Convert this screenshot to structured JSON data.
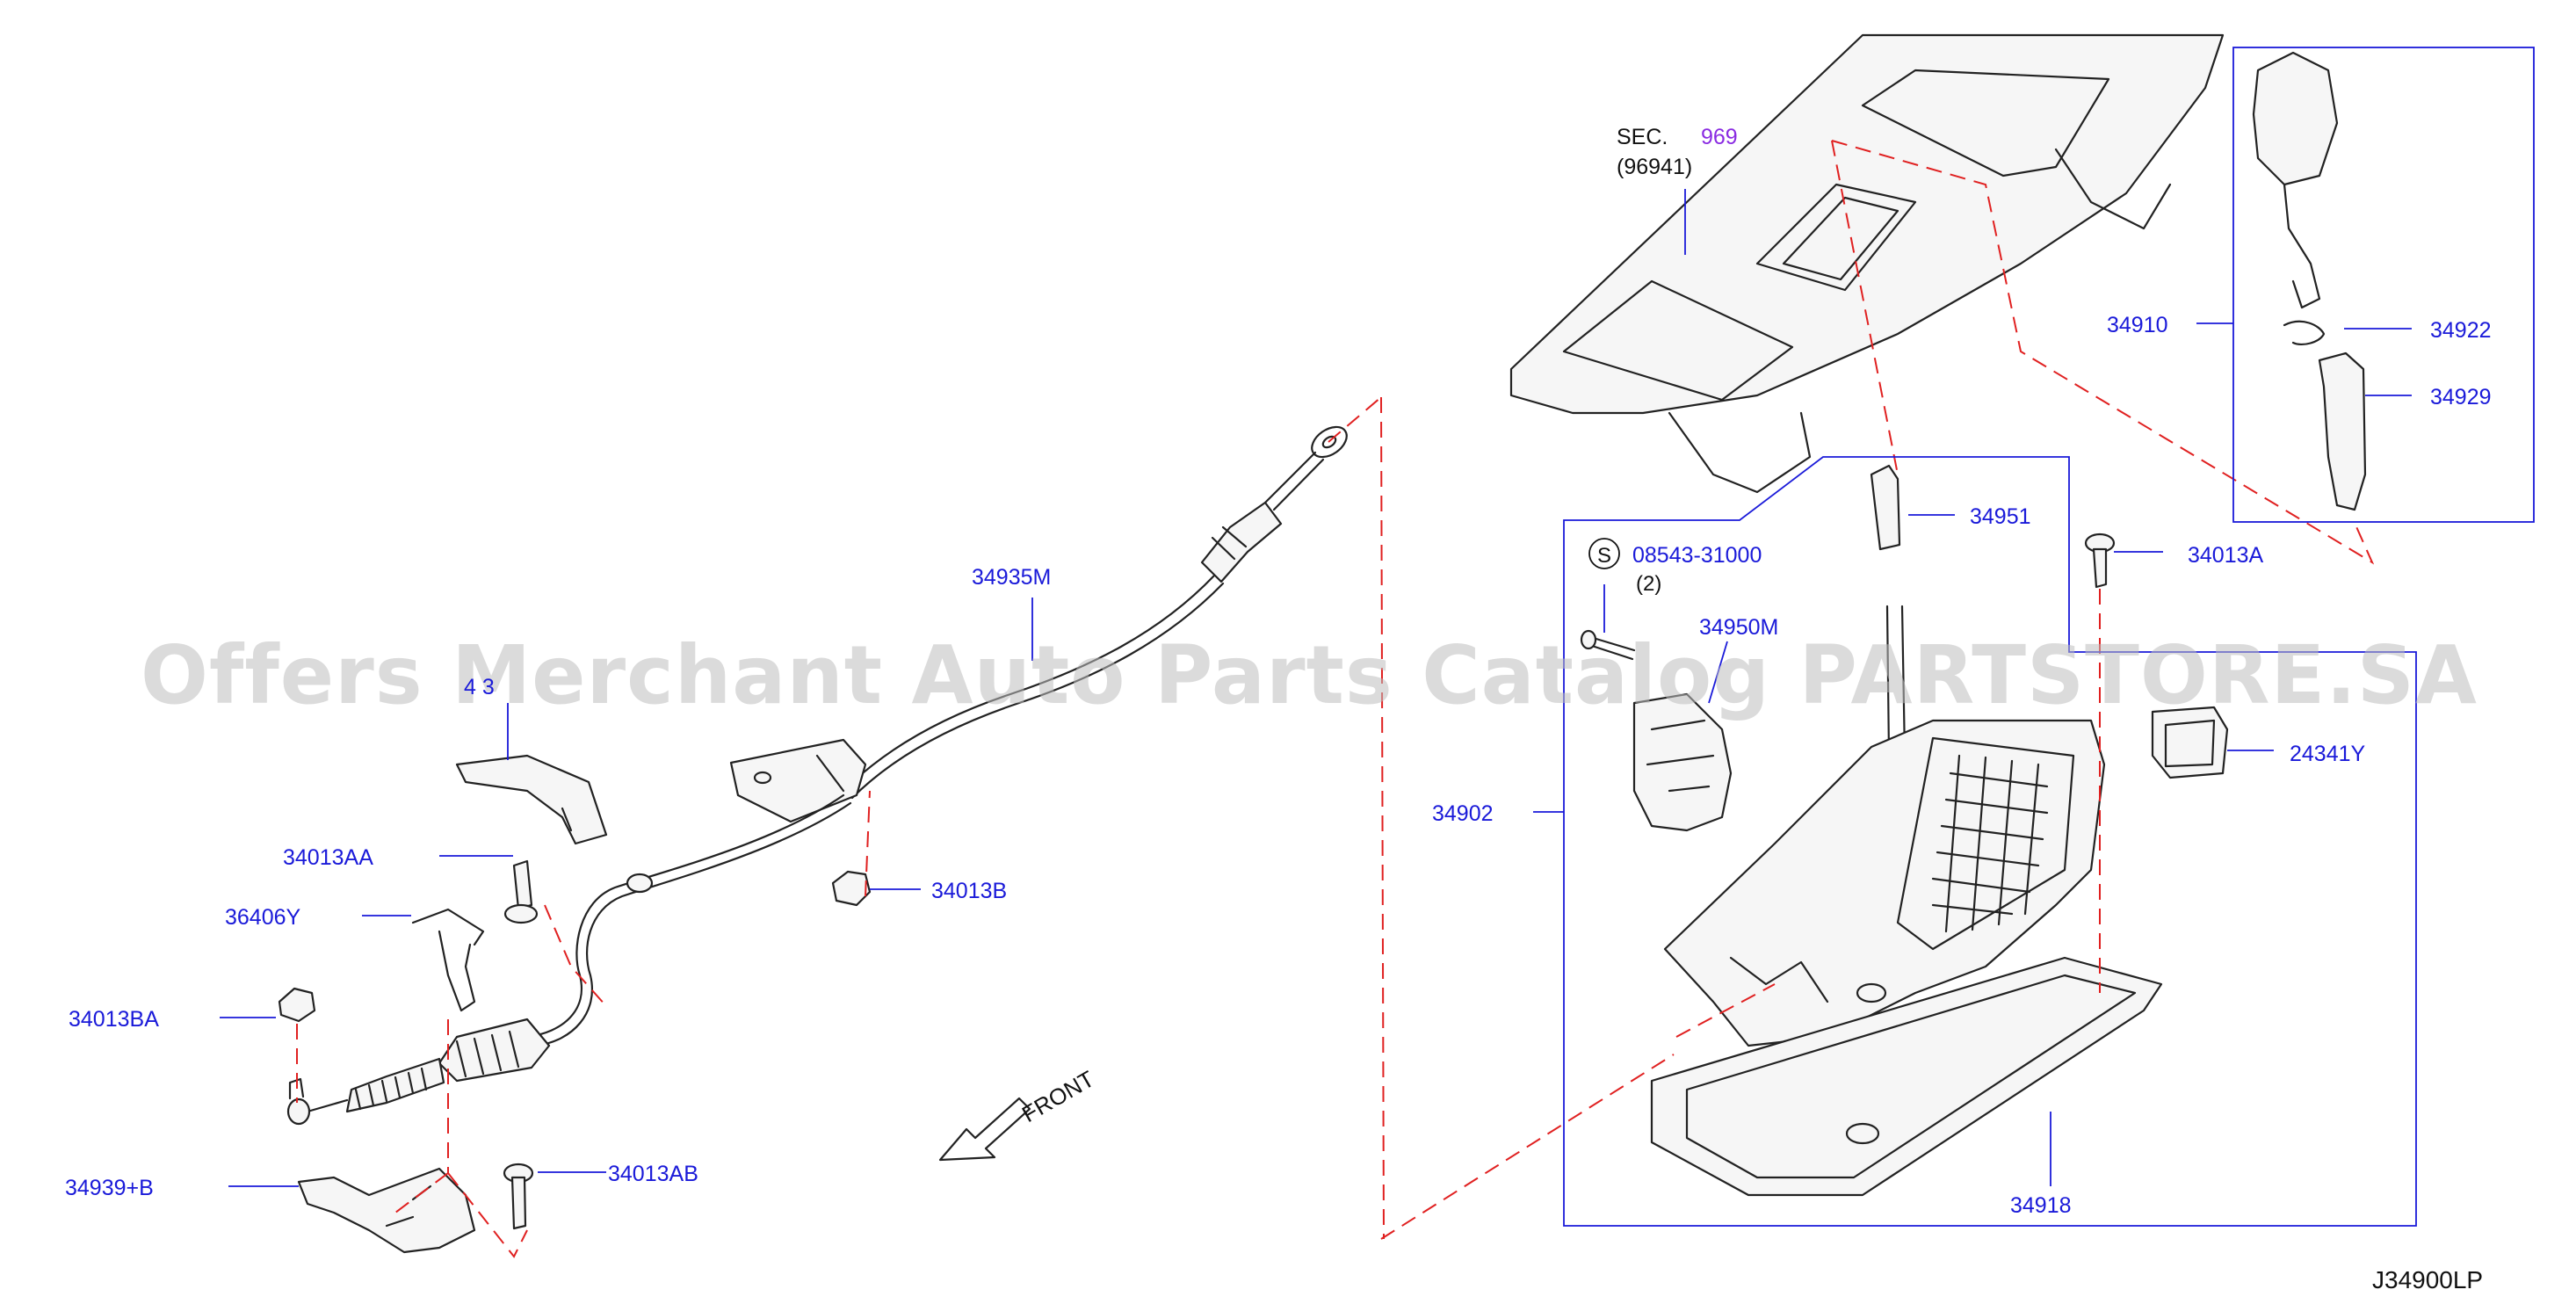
{
  "diagram": {
    "part_labels": {
      "p34935M": "34935M",
      "p34013AA": "34013AA",
      "p36406Y": "36406Y",
      "p34013BA": "34013BA",
      "p34939B": "34939+B",
      "p34013AB": "34013AB",
      "p34013B": "34013B",
      "p34902": "34902",
      "p08543": "08543-31000",
      "p08543qty": "(2)",
      "p08543sym": "S",
      "p34950M": "34950M",
      "p34951": "34951",
      "p34013A": "34013A",
      "p24341Y": "24341Y",
      "p34918": "34918",
      "p34910": "34910",
      "p34922": "34922",
      "p34929": "34929",
      "p4x39": "4 3"
    },
    "section_ref": {
      "prefix": "SEC.",
      "number": "969",
      "sub": "(96941)"
    },
    "front_label": "FRONT",
    "drawing_code": "J34900LP",
    "watermark": "Offers Merchant Auto Parts Catalog PARTSTORE.SA",
    "colors": {
      "callout": "#1a1ad9",
      "dashed_guide": "#e02020",
      "section_link": "#8a2be2",
      "line_art": "#222222",
      "watermark": "#bdbdbd"
    }
  }
}
